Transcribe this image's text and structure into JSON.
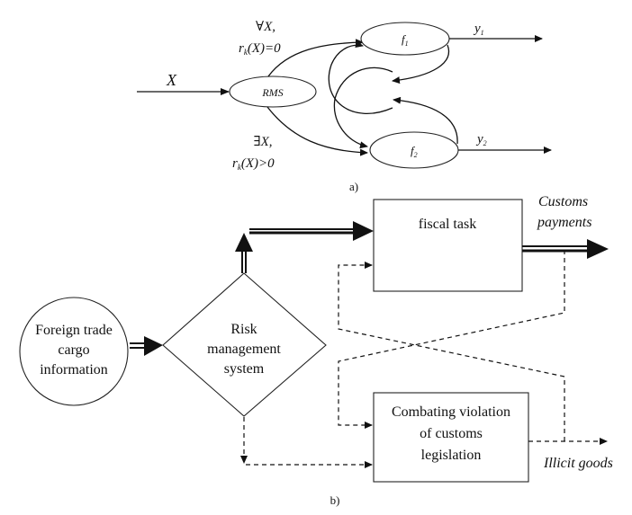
{
  "diagram_a": {
    "caption": "a)",
    "input_label": "X",
    "rms_label": "RMS",
    "upper_condition": {
      "line1": "∀X,",
      "line2": "r",
      "sub": "k",
      "line2_rest": "(X)=0"
    },
    "lower_condition": {
      "line1": "∃X,",
      "line2": "r",
      "sub": "k",
      "line2_rest": "(X)>0"
    },
    "f1": {
      "label": "f",
      "sub": "1"
    },
    "f2": {
      "label": "f",
      "sub": "2"
    },
    "y1": {
      "label": "y",
      "sub": "1"
    },
    "y2": {
      "label": "y",
      "sub": "2"
    }
  },
  "diagram_b": {
    "caption": "b)",
    "source": {
      "lines": [
        "Foreign trade",
        "cargo",
        "information"
      ]
    },
    "decision": {
      "lines": [
        "Risk",
        "management",
        "system"
      ]
    },
    "fiscal_box": {
      "label": "fiscal task"
    },
    "fiscal_output": {
      "lines": [
        "Customs",
        "payments"
      ]
    },
    "combat_box": {
      "lines": [
        "Combating violation",
        "of customs",
        "legislation"
      ]
    },
    "combat_output": {
      "label": "Illicit goods"
    }
  }
}
